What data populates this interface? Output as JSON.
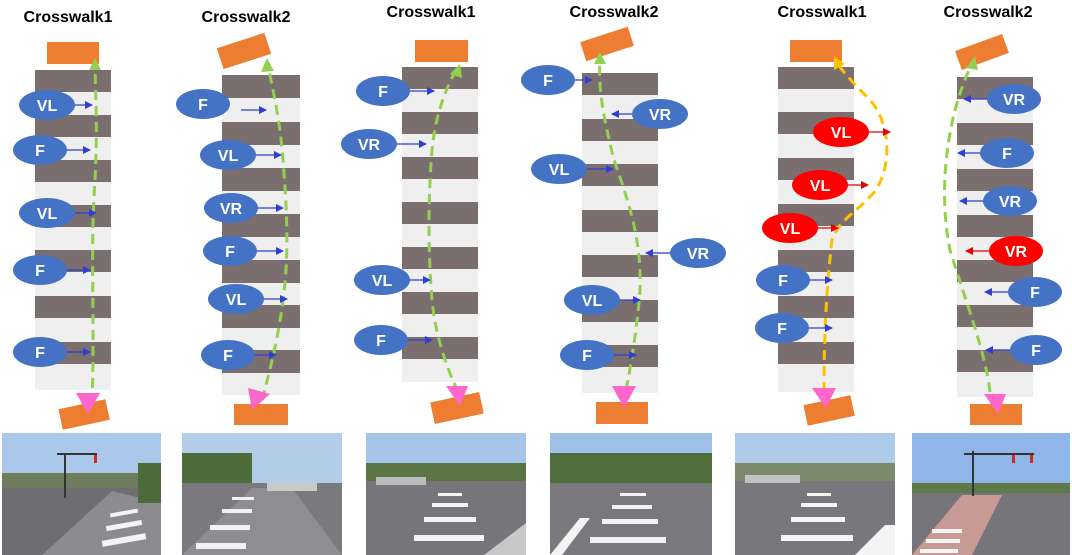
{
  "colors": {
    "stripe_dark": "#7a6e6e",
    "stripe_light": "#efefef",
    "marker": "#ed7d31",
    "blue_ellipse": "#4472c4",
    "red_ellipse": "#ff0000",
    "green_path": "#92d050",
    "yellow_path": "#ffc000",
    "arrowhead": "#ff66cc",
    "arrow_blue": "#2f3fd0",
    "arrow_red": "#e60000"
  },
  "panels": [
    {
      "title": "Crosswalk1",
      "path_color": "green",
      "vehicles": [
        {
          "label": "VL",
          "color": "blue"
        },
        {
          "label": "F",
          "color": "blue"
        },
        {
          "label": "VL",
          "color": "blue"
        },
        {
          "label": "F",
          "color": "blue"
        },
        {
          "label": "F",
          "color": "blue"
        }
      ]
    },
    {
      "title": "Crosswalk2",
      "path_color": "green",
      "vehicles": [
        {
          "label": "F",
          "color": "blue"
        },
        {
          "label": "VL",
          "color": "blue"
        },
        {
          "label": "VR",
          "color": "blue"
        },
        {
          "label": "F",
          "color": "blue"
        },
        {
          "label": "VL",
          "color": "blue"
        },
        {
          "label": "F",
          "color": "blue"
        }
      ]
    },
    {
      "title": "Crosswalk1",
      "path_color": "green",
      "vehicles": [
        {
          "label": "F",
          "color": "blue"
        },
        {
          "label": "VR",
          "color": "blue"
        },
        {
          "label": "VL",
          "color": "blue"
        },
        {
          "label": "F",
          "color": "blue"
        }
      ]
    },
    {
      "title": "Crosswalk2",
      "path_color": "green",
      "vehicles": [
        {
          "label": "F",
          "color": "blue"
        },
        {
          "label": "VR",
          "color": "blue"
        },
        {
          "label": "VL",
          "color": "blue"
        },
        {
          "label": "VR",
          "color": "blue"
        },
        {
          "label": "VL",
          "color": "blue"
        },
        {
          "label": "F",
          "color": "blue"
        }
      ]
    },
    {
      "title": "Crosswalk1",
      "path_color": "yellow",
      "vehicles": [
        {
          "label": "VL",
          "color": "red"
        },
        {
          "label": "VL",
          "color": "red"
        },
        {
          "label": "VL",
          "color": "red"
        },
        {
          "label": "F",
          "color": "blue"
        },
        {
          "label": "F",
          "color": "blue"
        }
      ]
    },
    {
      "title": "Crosswalk2",
      "path_color": "green",
      "vehicles": [
        {
          "label": "VR",
          "color": "blue"
        },
        {
          "label": "F",
          "color": "blue"
        },
        {
          "label": "VR",
          "color": "blue"
        },
        {
          "label": "VR",
          "color": "red"
        },
        {
          "label": "F",
          "color": "blue"
        },
        {
          "label": "F",
          "color": "blue"
        }
      ]
    }
  ],
  "photos": [
    {
      "name": "street-photo-1",
      "tone": "sunny-intersection"
    },
    {
      "name": "street-photo-2",
      "tone": "crosswalk-road"
    },
    {
      "name": "street-photo-3",
      "tone": "crosswalk-road"
    },
    {
      "name": "street-photo-4",
      "tone": "crosswalk-road"
    },
    {
      "name": "street-photo-5",
      "tone": "crosswalk-road"
    },
    {
      "name": "street-photo-6",
      "tone": "sunny-intersection"
    }
  ]
}
